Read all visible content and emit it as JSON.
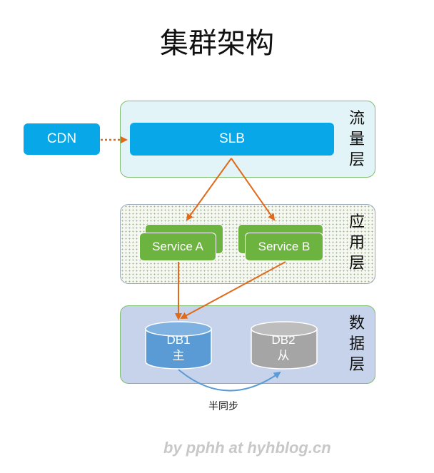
{
  "title": "集群架构",
  "layers": {
    "traffic": "流量层",
    "application": "应用层",
    "data": "数据层"
  },
  "nodes": {
    "cdn": "CDN",
    "slb": "SLB",
    "service_a": "Service A",
    "service_b": "Service B",
    "db1": {
      "name": "DB1",
      "role": "主"
    },
    "db2": {
      "name": "DB2",
      "role": "从"
    }
  },
  "sync_label": "半同步",
  "watermark": "by pphh at hyhblog.cn",
  "colors": {
    "blue_box": "#08a8e8",
    "green_box": "#6db33f",
    "arrow": "#e06a1a",
    "db1": "#5b9bd5",
    "db2": "#a5a5a5",
    "sync_arrow": "#5b9bd5"
  }
}
